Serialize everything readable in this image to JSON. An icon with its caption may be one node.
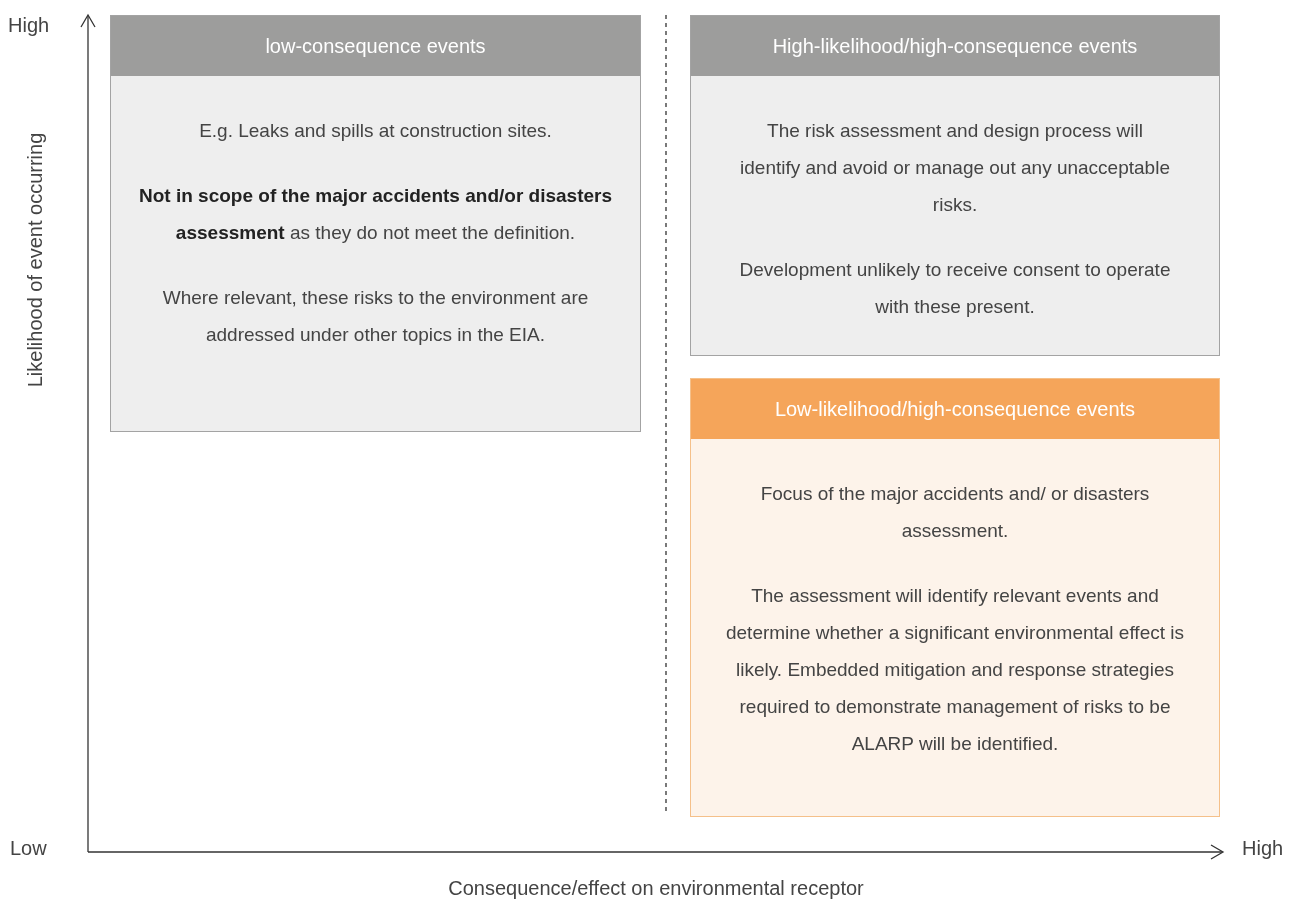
{
  "diagram": {
    "nodes": [
      {
        "text": [
          "low-consequence events",
          "E.g. Leaks and spills at construction sites.",
          "**Not in scope of the major accidents and/or disasters assessment** as they do not meet the definition.",
          "Where relevant, these risks to the environment are addressed under other topics in the EIA."
        ]
      },
      {
        "text": [
          "High-likelihood/high-consequence events",
          "The risk assessment and design process will identify and avoid or manage out any unacceptable risks.",
          "Development unlikely to receive consent to operate with these present."
        ]
      },
      {
        "text": [
          "Low-likelihood/high-consequence events",
          "Focus of the major accidents and/ or disasters assessment.",
          "The assessment will identify relevant events and determine whether a significant environmental effect is likely. Embedded mitigation and response strategies required to demonstrate management of risks to be ALARP will be identified."
        ]
      }
    ],
    "labels": [
      "High",
      "Likelihood of event occurring",
      "Low",
      "High",
      "Consequence/effect on environmental receptor"
    ]
  }
}
